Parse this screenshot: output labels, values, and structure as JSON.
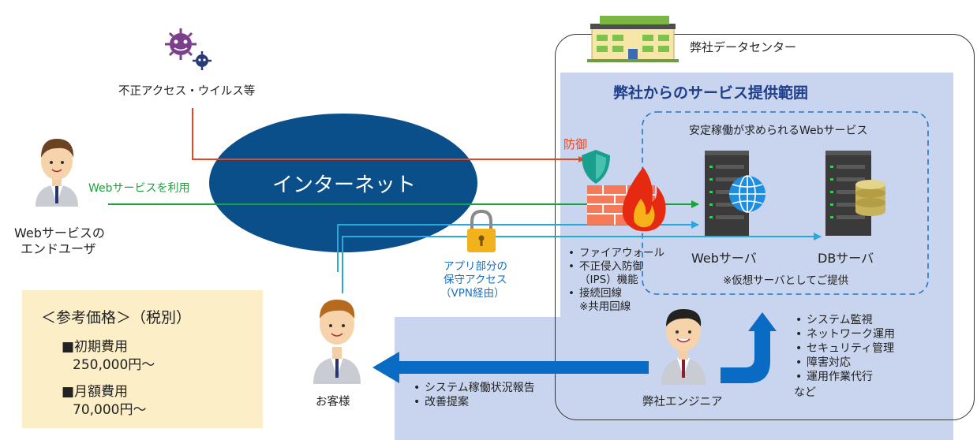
{
  "threat": {
    "label": "不正アクセス・ウイルス等"
  },
  "end_user": {
    "line1": "Webサービスの",
    "line2": "エンドユーザ"
  },
  "uses_service": "Webサービスを利用",
  "internet": "インターネット",
  "maintenance": {
    "line1": "アプリ部分の",
    "line2": "保守アクセス",
    "line3": "（VPN経由）"
  },
  "defense": "防御",
  "datacenter": "弊社データセンター",
  "scope_title": "弊社からのサービス提供範囲",
  "web_service_box": "安定稼働が求められるWebサービス",
  "web_server": "Webサーバ",
  "db_server": "DBサーバ",
  "virtual_note": "※仮想サーバとしてご提供",
  "firewall_items": [
    {
      "text": "ファイアウォール",
      "bullet": true
    },
    {
      "text": "不正侵入防御",
      "bullet": true
    },
    {
      "text": "（IPS）機能",
      "bullet": false
    },
    {
      "text": "接続回線",
      "bullet": true
    },
    {
      "text": "※共用回線",
      "bullet": false
    }
  ],
  "engineer": "弊社エンジニア",
  "engineer_tasks": [
    "システム監視",
    "ネットワーク運用",
    "セキュリティ管理",
    "障害対応",
    "運用作業代行"
  ],
  "engineer_tasks_more": "など",
  "customer": "お客様",
  "report_items": [
    "システム稼働状況報告",
    "改善提案"
  ],
  "price": {
    "title": "＜参考価格＞（税別）",
    "initial_label": "■初期費用",
    "initial_value": "250,000円～",
    "monthly_label": "■月額費用",
    "monthly_value": "70,000円～"
  },
  "colors": {
    "threat_line": "#e8461e",
    "user_line": "#1aa33a",
    "vpn_line": "#29a8e0",
    "internet_fill": "#0b4f8a",
    "engineer_arrow": "#0a6bc4",
    "scope_bg": "#c9d5ee",
    "price_bg": "#fcefc8"
  }
}
